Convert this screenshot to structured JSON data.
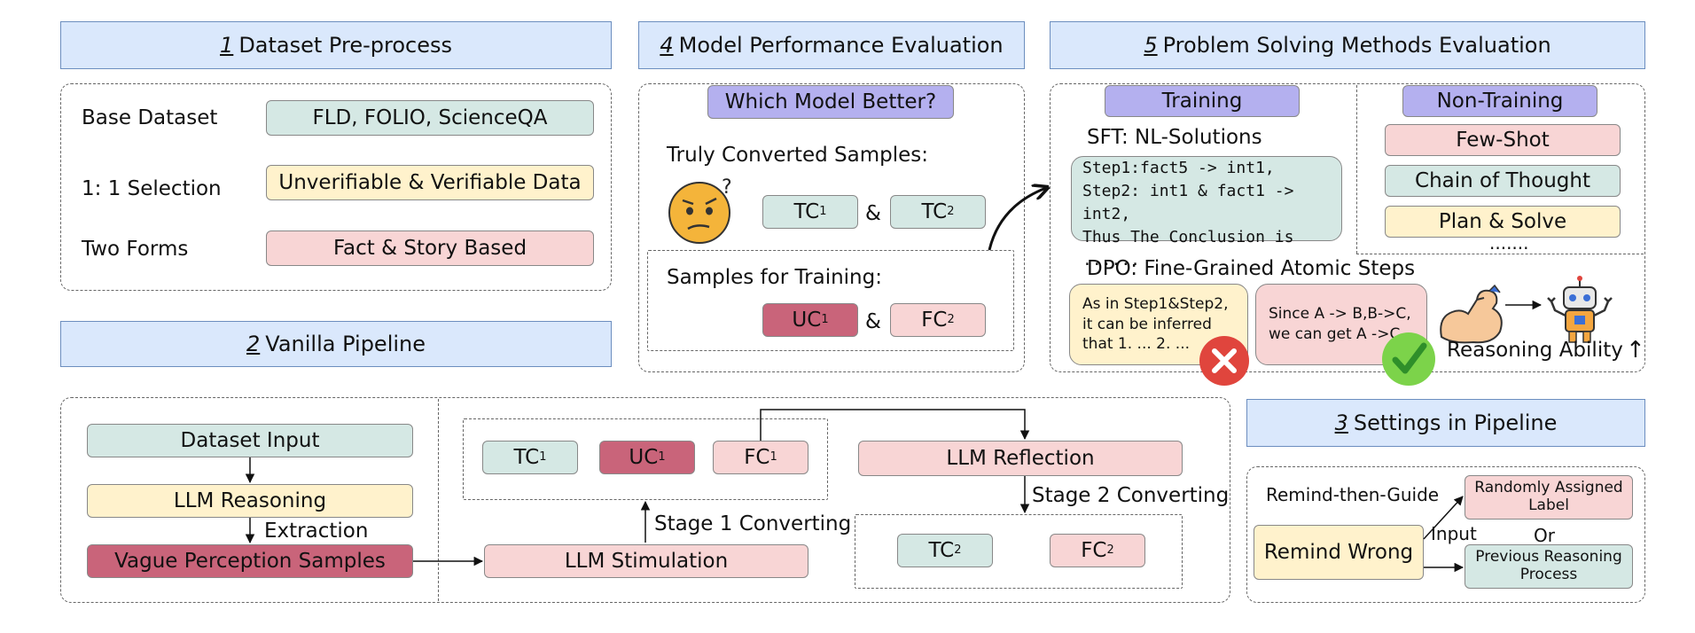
{
  "s1": {
    "num": "1",
    "title": "Dataset Pre-process",
    "rows": [
      {
        "label": "Base Dataset",
        "value": "FLD, FOLIO, ScienceQA"
      },
      {
        "label": "1: 1 Selection",
        "value": "Unverifiable & Verifiable Data"
      },
      {
        "label": "Two Forms",
        "value": "Fact & Story Based"
      }
    ]
  },
  "s2": {
    "num": "2",
    "title": "Vanilla Pipeline",
    "dataset_input": "Dataset Input",
    "llm_reasoning": "LLM Reasoning",
    "extraction": "Extraction",
    "vague": "Vague Perception Samples",
    "stimulation": "LLM Stimulation",
    "stage1": "Stage 1 Converting",
    "tc1": "TC",
    "uc1": "UC",
    "fc1": "FC",
    "sup1": "1",
    "reflection": "LLM Reflection",
    "stage2": "Stage 2 Converting",
    "tc2": "TC",
    "fc2": "FC",
    "sup2": "2"
  },
  "s3": {
    "num": "3",
    "title": "Settings in Pipeline",
    "remind_then_guide": "Remind-then-Guide",
    "remind_wrong": "Remind Wrong",
    "input": "Input",
    "or": "Or",
    "random_label": "Randomly Assigned Label",
    "prev_process": "Previous Reasoning Process"
  },
  "s4": {
    "num": "4",
    "title": "Model Performance Evaluation",
    "which": "Which Model Better?",
    "truly": "Truly Converted Samples:",
    "tc": "TC",
    "amp": "&",
    "sup1": "1",
    "sup2": "2",
    "training_samples": "Samples for Training:",
    "uc": "UC",
    "fc": "FC"
  },
  "s5": {
    "num": "5",
    "title": "Problem Solving Methods Evaluation",
    "training": "Training",
    "non_training": "Non-Training",
    "sft": "SFT: NL-Solutions",
    "sft_lines": [
      "Step1:fact5 -> int1,",
      "Step2: int1 & fact1 -> int2,",
      "Thus The Conclusion is ......"
    ],
    "few_shot": "Few-Shot",
    "cot": "Chain of Thought",
    "plan_solve": "Plan & Solve",
    "dots": ".......",
    "dpo": "DPO: Fine-Grained Atomic Steps",
    "bad_lines": [
      "As in Step1&Step2,",
      "it can be inferred",
      "that 1. ... 2. ..."
    ],
    "good_lines": [
      "Since A -> B,B->C,",
      "we can get A ->C"
    ],
    "reasoning": "Reasoning Ability",
    "up": "↑"
  },
  "colors": {
    "header_fill": "#dae8fc",
    "teal": "#d5e8e4",
    "yellow": "#fff2cc",
    "pink": "#f8d5d5",
    "dark_red": "#c9647a",
    "purple": "#b4b0ef"
  }
}
